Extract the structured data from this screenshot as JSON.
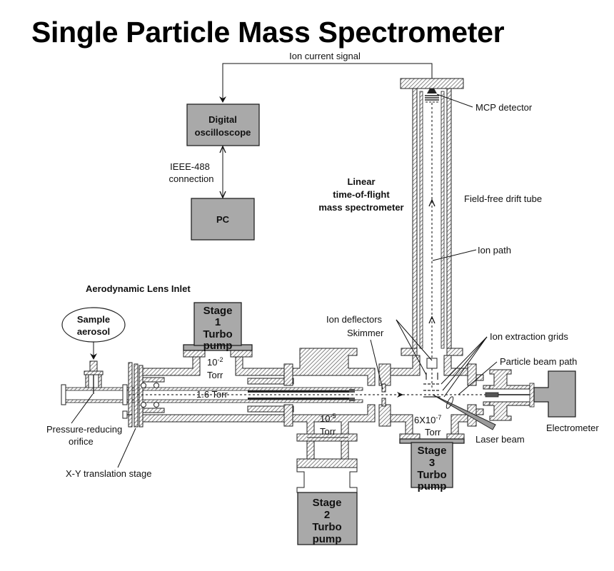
{
  "title": "Single Particle Mass Spectrometer",
  "labels": {
    "ion_current_signal": "Ion current signal",
    "digital_oscilloscope": [
      "Digital",
      "oscilloscope"
    ],
    "ieee_connection": [
      "IEEE-488",
      "connection"
    ],
    "pc": "PC",
    "linear_tof": [
      "Linear",
      "time-of-flight",
      "mass spectrometer"
    ],
    "mcp_detector": "MCP detector",
    "field_free_drift_tube": "Field-free drift tube",
    "ion_path": "Ion path",
    "aerodynamic_lens_inlet": "Aerodynamic Lens Inlet",
    "sample_aerosol": [
      "Sample",
      "aerosol"
    ],
    "stage1_pump": [
      "Stage",
      "1",
      "Turbo",
      "pump"
    ],
    "stage2_pump": [
      "Stage",
      "2",
      "Turbo",
      "pump"
    ],
    "stage3_pump": [
      "Stage",
      "3",
      "Turbo",
      "pump"
    ],
    "pressure_stage1": {
      "base": "10",
      "exp": "-2",
      "unit": "Torr"
    },
    "pressure_lens": "1.6 Torr",
    "pressure_stage2": {
      "base": "10",
      "exp": "-5",
      "unit": "Torr"
    },
    "pressure_stage3": {
      "base": "6X10",
      "exp": "-7",
      "unit": "Torr"
    },
    "ion_deflectors": "Ion deflectors",
    "skimmer": "Skimmer",
    "ion_extraction_grids": "Ion extraction grids",
    "particle_beam_path": "Particle beam path",
    "electrometer": "Electrometer",
    "laser_beam": "Laser beam",
    "pressure_reducing_orifice": [
      "Pressure-reducing",
      "orifice"
    ],
    "xy_translation_stage": "X-Y translation stage"
  },
  "colors": {
    "box_fill": "#a9a9a9",
    "line": "#222222",
    "background": "#ffffff"
  }
}
